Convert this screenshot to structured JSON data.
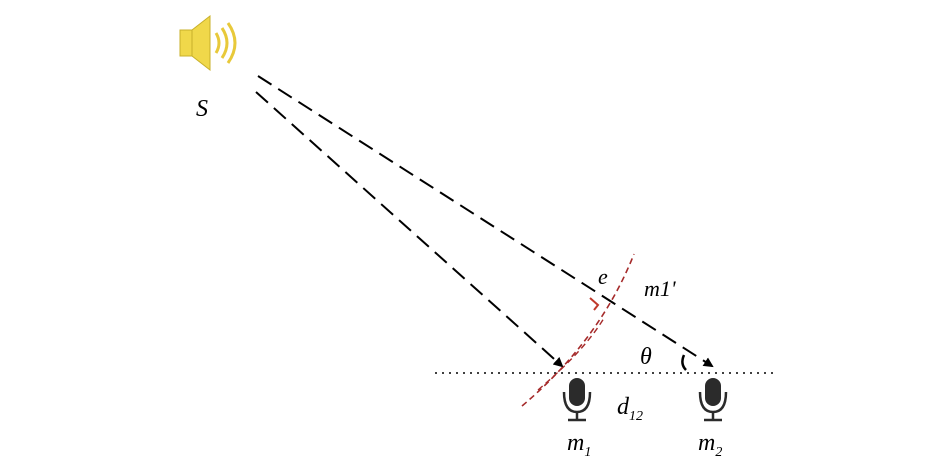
{
  "labels": {
    "source": "S",
    "mic1": {
      "base": "m",
      "sub": "1"
    },
    "mic2": {
      "base": "m",
      "sub": "2"
    },
    "distance": {
      "base": "d",
      "sub": "12"
    },
    "angle": "θ",
    "path_difference": "e",
    "projection": "m1'"
  },
  "colors": {
    "path_line": "#000000",
    "wavefront": "#a52a2a",
    "speaker_fill": "#f0d84a",
    "speaker_stroke": "#c8b02a",
    "microphone": "#2b2b2b"
  },
  "icons": {
    "source": "speaker-icon",
    "mic1": "microphone-icon",
    "mic2": "microphone-icon"
  }
}
